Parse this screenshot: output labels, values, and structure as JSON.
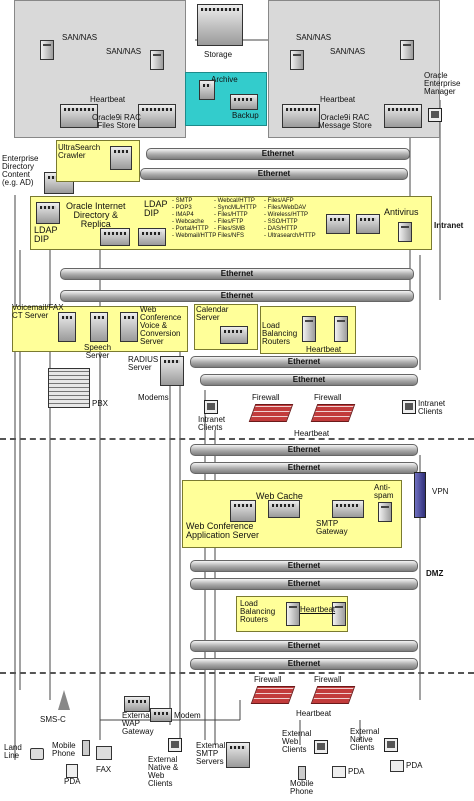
{
  "storage_area": {
    "san_nas_1": "SAN/NAS",
    "san_nas_2": "SAN/NAS",
    "san_nas_3": "SAN/NAS",
    "san_nas_4": "SAN/NAS",
    "storage": "Storage",
    "archive": "Archive",
    "backup": "Backup",
    "heartbeat_left": "Heartbeat",
    "heartbeat_right": "Heartbeat",
    "files_store": "Oracle9i RAC\nFiles Store",
    "message_store": "Oracle9i RAC\nMessage Store"
  },
  "oracle_em": "Oracle\nEnterprise\nManager",
  "enterprise_directory": "Enterprise\nDirectory\nContent\n(e.g. AD)",
  "ultrasearch": "UltraSearch\nCrawler",
  "ethernet_labels": [
    "Ethernet",
    "Ethernet",
    "Ethernet",
    "Ethernet",
    "Ethernet",
    "Ethernet",
    "Ethernet",
    "Ethernet",
    "Ethernet",
    "Ethernet",
    "Ethernet",
    "Ethernet"
  ],
  "middle_tier": {
    "oid": "Oracle Internet\nDirectory &\nReplica",
    "ldap_dip_left": "LDAP\nDIP",
    "ldap_dip_right": "LDAP\nDIP",
    "antivirus": "Antivirus",
    "protocols_col1": [
      "- SMTP",
      "- POP3",
      "- IMAP4",
      "- Webcache",
      "- Portal/HTTP",
      "- Webmail/HTTP"
    ],
    "protocols_col2": [
      "- Webcal/HTTP",
      "- SyncML/HTTP",
      "- Files/HTTP",
      "- Files/FTP",
      "- Files/SMB",
      "- Files/NFS"
    ],
    "protocols_col3": [
      "- Files/AFP",
      "- Files/WebDAV",
      "- Wireless/HTTP",
      "- SSO/HTTP",
      "- DAS/HTTP",
      "- Ultrasearch/HTTP"
    ]
  },
  "zones": {
    "intranet": "Intranet",
    "dmz": "DMZ"
  },
  "voicemail": "Voicemail/FAX\nCT Server",
  "speech_server": "Speech\nServer",
  "web_conf_voice": "Web\nConference\nVoice &\nConversion\nServer",
  "calendar_server": "Calendar\nServer",
  "load_balancing_top": "Load\nBalancing\nRouters",
  "heartbeat_lb_top": "Heartbeat",
  "radius": "RADIUS\nServer",
  "pbx": "PBX",
  "modems": "Modems",
  "firewall_1": "Firewall",
  "firewall_2": "Firewall",
  "heartbeat_fw_top": "Heartbeat",
  "intranet_clients_1": "Intranet\nClients",
  "intranet_clients_2": "Intranet\nClients",
  "dmz": {
    "web_cache": "Web Cache",
    "anti_spam": "Anti-\nspam",
    "web_conf_app": "Web Conference\nApplication Server",
    "smtp_gateway": "SMTP\nGateway",
    "vpn": "VPN",
    "load_balancing": "Load\nBalancing\nRouters",
    "heartbeat_lb": "Heartbeat"
  },
  "bottom": {
    "firewall_3": "Firewall",
    "firewall_4": "Firewall",
    "heartbeat_fw": "Heartbeat",
    "sms_c": "SMS-C",
    "modem": "Modem",
    "ext_wap": "External\nWAP\nGateway",
    "ext_native_web": "External\nNative &\nWeb\nClients",
    "ext_smtp": "External\nSMTP\nServers",
    "ext_web_clients": "External\nWeb\nClients",
    "ext_native_clients": "External\nNative\nClients",
    "land_line": "Land\nLine",
    "mobile_phone_1": "Mobile\nPhone",
    "pda_1": "PDA",
    "fax": "FAX",
    "pda_2": "PDA",
    "pda_3": "PDA",
    "mobile_phone_2": "Mobile\nPhone"
  }
}
